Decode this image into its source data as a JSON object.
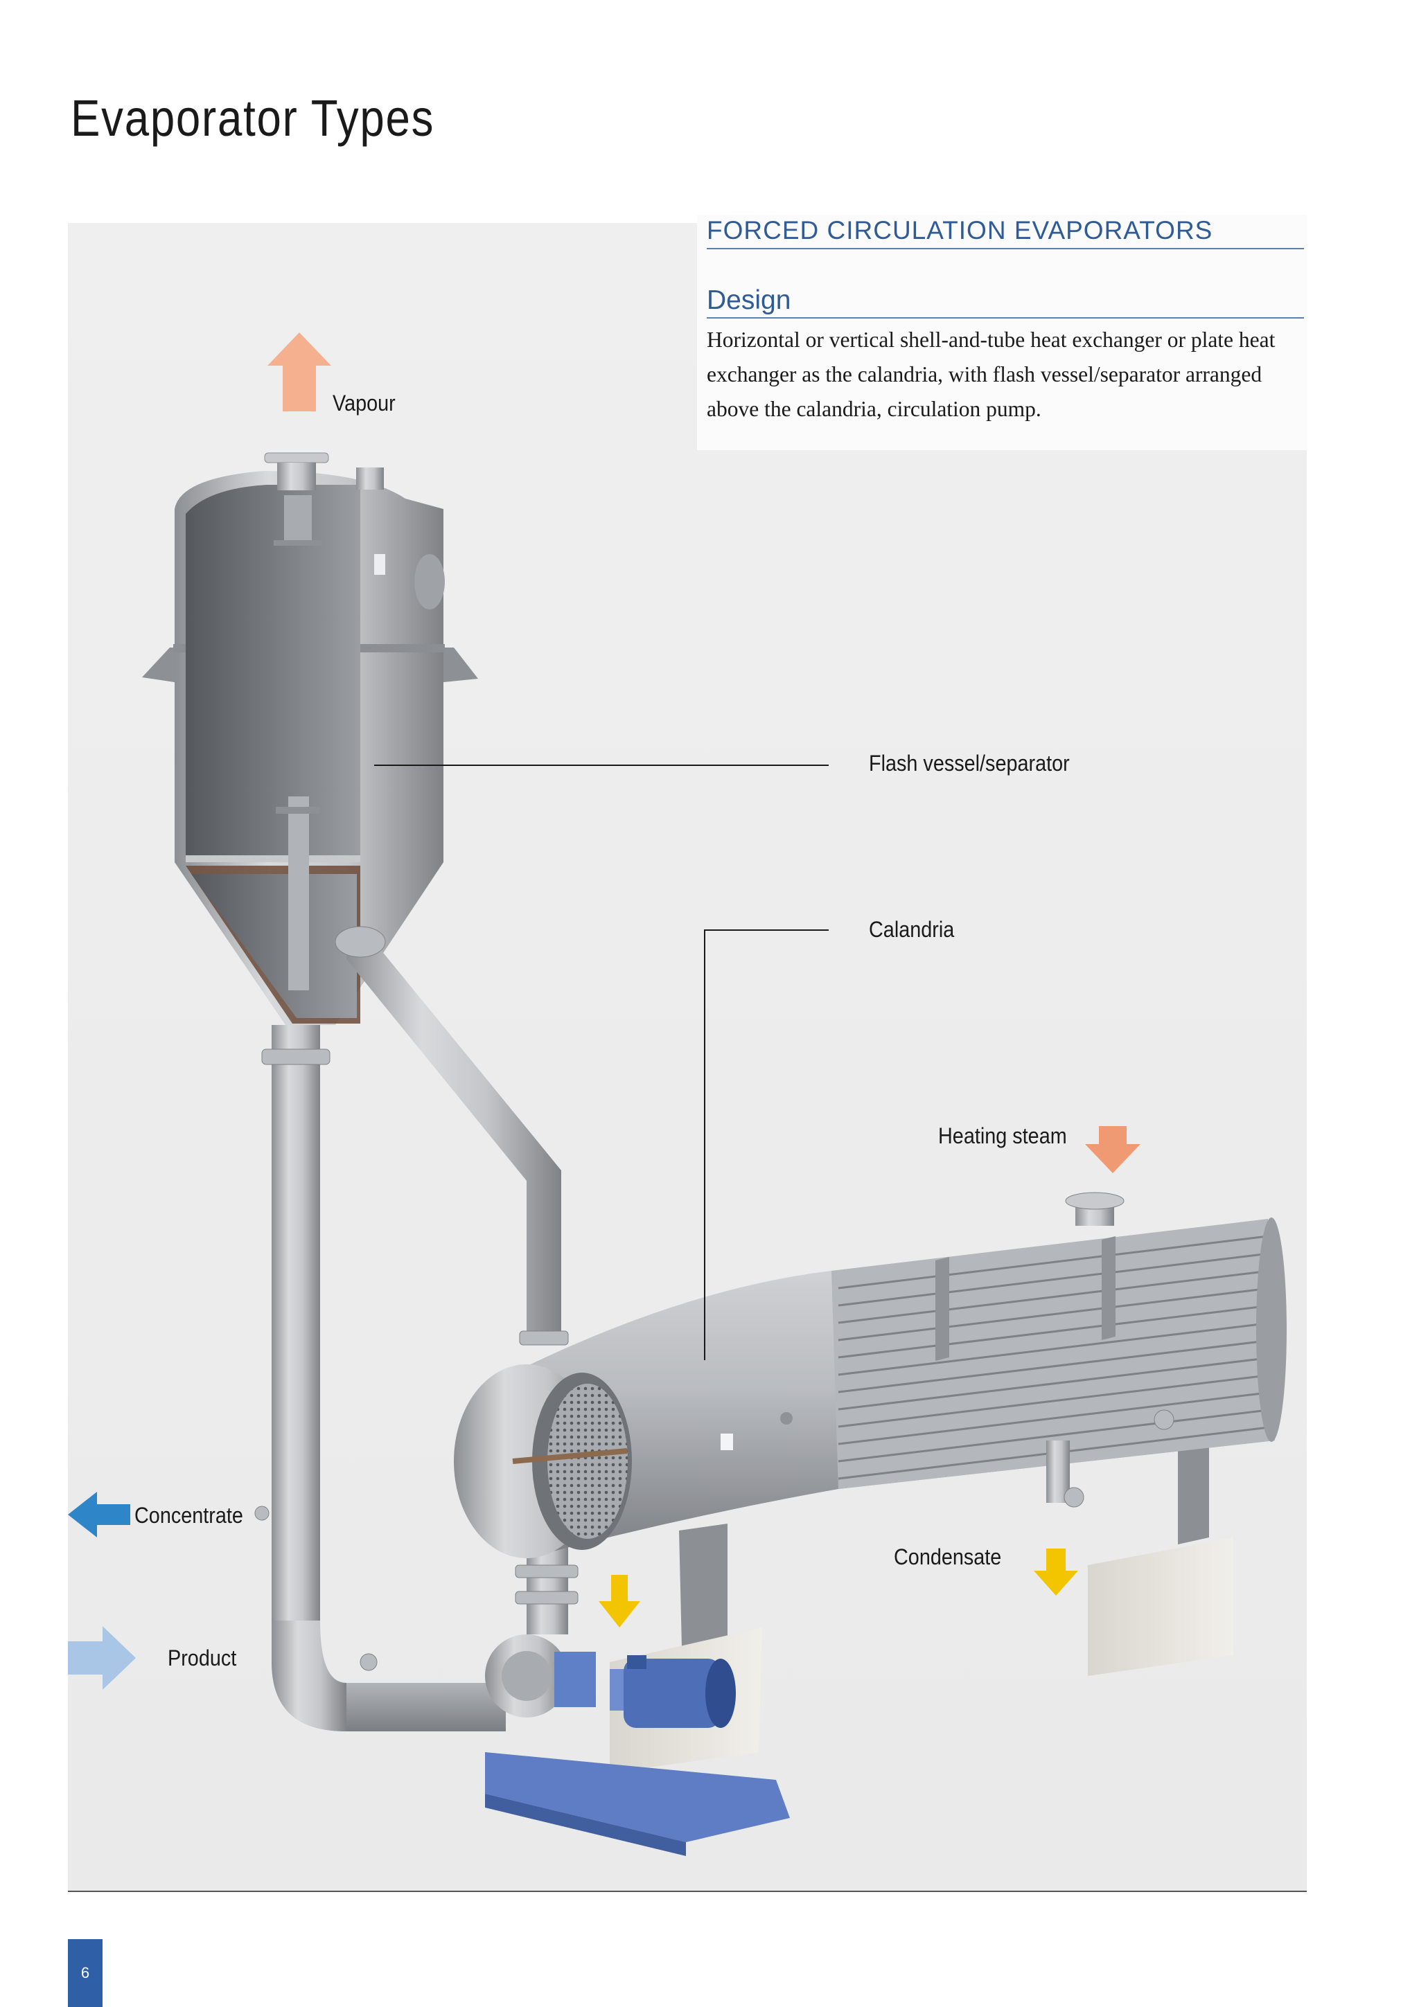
{
  "page": {
    "title": "Evaporator Types",
    "page_number": "6"
  },
  "section": {
    "heading": "FORCED CIRCULATION EVAPORATORS",
    "subheading": "Design",
    "body": "Horizontal or vertical shell-and-tube heat exchanger or plate heat exchanger as the calandria, with flash vessel/separator arranged above the calandria, circulation pump."
  },
  "diagram": {
    "labels": {
      "vapour": "Vapour",
      "flash_vessel": "Flash vessel/separator",
      "calandria": "Calandria",
      "heating_steam": "Heating steam",
      "condensate": "Condensate",
      "concentrate": "Concentrate",
      "product": "Product"
    },
    "colors": {
      "vapour_arrow": "#f4b08f",
      "steam_arrow": "#ef9a73",
      "condensate_arrow": "#f3c400",
      "concentrate_arrow": "#2e86c9",
      "product_arrow": "#a9c6e6",
      "heading_blue": "#2f5b97",
      "pump_blue": "#4e6fb8"
    }
  }
}
